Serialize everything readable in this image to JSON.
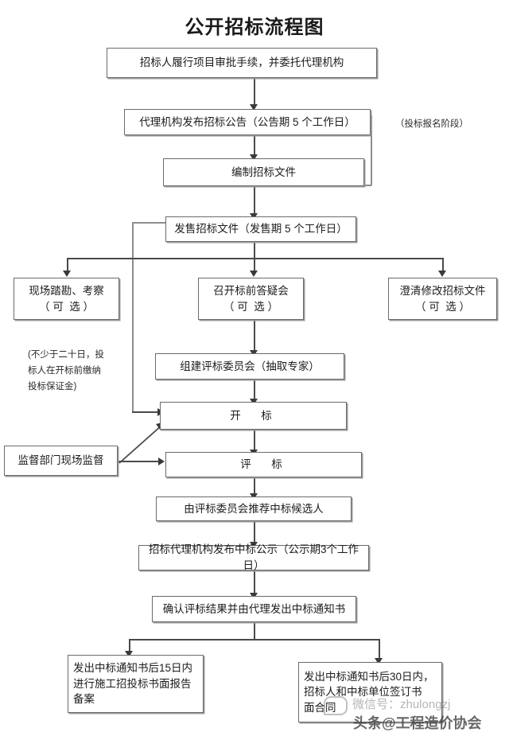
{
  "title": "公开招标流程图",
  "nodes": {
    "approve": {
      "text": "招标人履行项目审批手续，并委托代理机构"
    },
    "announce": {
      "text": "代理机构发布招标公告（公告期 5 个工作日）"
    },
    "compile": {
      "text": "编制招标文件"
    },
    "sell": {
      "text": "发售招标文件（发售期 5 个工作日）"
    },
    "survey": {
      "line1": "现场踏勘、考察",
      "line2": "（ 可  选 ）"
    },
    "qa": {
      "line1": "召开标前答疑会",
      "line2": "（ 可  选 ）"
    },
    "clarify": {
      "line1": "澄清修改招标文件",
      "line2": "（ 可  选 ）"
    },
    "committee": {
      "text": "组建评标委员会（抽取专家）"
    },
    "openbid": {
      "text": "开　标"
    },
    "evaluate": {
      "text": "评　标"
    },
    "supervise": {
      "text": "监督部门现场监督"
    },
    "recommend": {
      "text": "由评标委员会推荐中标候选人"
    },
    "publicity": {
      "text": "招标代理机构发布中标公示（公示期3个工作日）"
    },
    "notice": {
      "text": "确认评标结果并由代理发出中标通知书"
    },
    "record": {
      "line1": "发出中标通知书后15日内",
      "line2": "进行施工招投标书面报告",
      "line3": "备案"
    },
    "contract": {
      "line1": "发出中标通知书后30日内，",
      "line2": "招标人和中标单位签订书",
      "line3": "面合同"
    }
  },
  "annotations": {
    "registration_stage": "（投标报名阶段）",
    "deposit_note": "(不少于二十日，投\n标人在开标前缴纳\n投标保证金)"
  },
  "watermark": {
    "wechat": "微信号：zhulongzj",
    "headline": "头条@工程造价协会"
  },
  "colors": {
    "box_border": "#6b6b6b",
    "connector": "#4a4a4a",
    "text": "#1c1c1c",
    "background": "#ffffff"
  }
}
